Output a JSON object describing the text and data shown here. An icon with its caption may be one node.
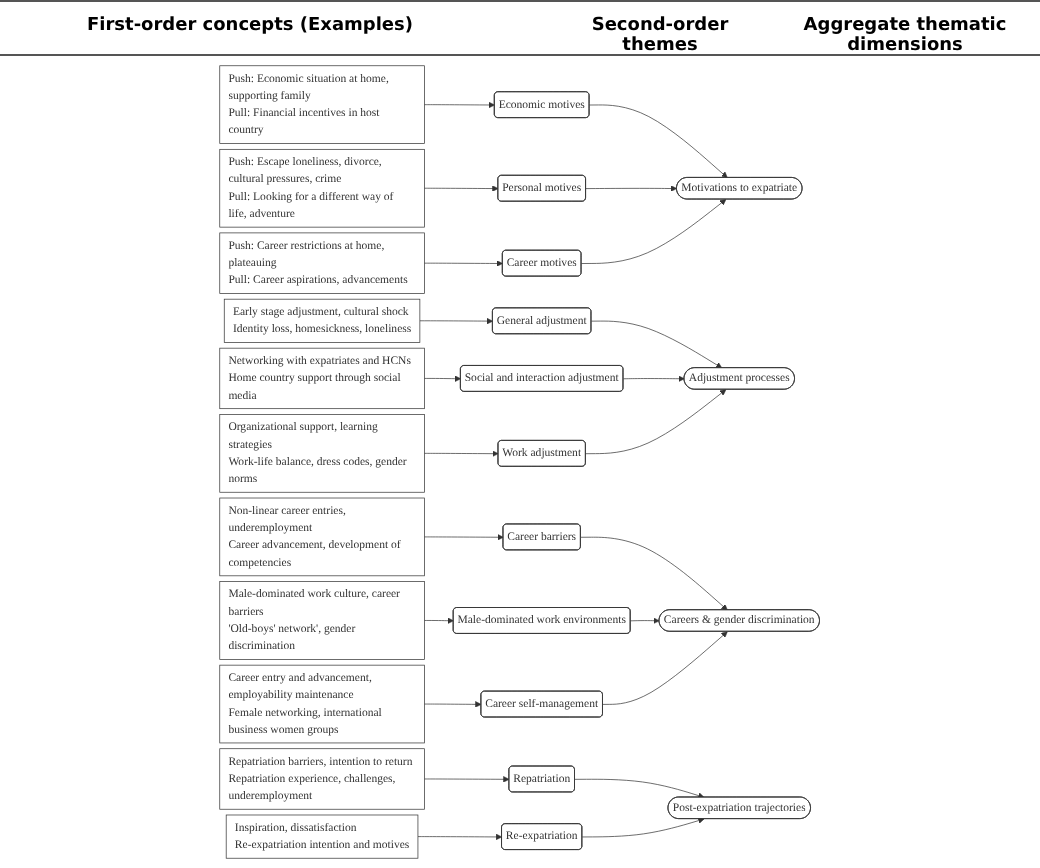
{
  "diagram": {
    "nodes": [
      {
        "text": [
          "Push: Economic situation at home, supporting family",
          "Pull: Financial incentives in host country"
        ]
      },
      {
        "text": [
          "Push: Escape loneliness, divorce, cultural pressures, crime",
          "Pull: Looking for a different way of life, adventure"
        ]
      },
      {
        "text": [
          "Push: Career restrictions at home, plateauing",
          "Pull: Career aspirations, advancements"
        ]
      },
      {
        "text": [
          "Early stage adjustment, cultural shock",
          "Identity loss, homesickness, loneliness"
        ]
      },
      {
        "text": [
          "Networking with expatriates and HCNs",
          "Home country support through social media"
        ]
      },
      {
        "text": [
          "Organizational support, learning strategies",
          "Work-life balance, dress codes, gender norms"
        ]
      },
      {
        "text": [
          "Non-linear career entries, underemployment",
          "Career advancement, development of competencies"
        ]
      },
      {
        "text": [
          "Male-dominated work culture, career barriers",
          "'Old-boys' network', gender discrimination"
        ]
      },
      {
        "text": [
          "Career entry and advancement, employability maintenance",
          "Female networking, international business women groups"
        ]
      },
      {
        "text": [
          "Repatriation barriers, intention to return",
          "Repatriation experience, challenges, underemployment"
        ]
      },
      {
        "text": [
          "Inspiration, dissatisfaction",
          "Re-expatriation intention and motives"
        ]
      },
      {
        "text": [
          "Economic motives"
        ]
      },
      {
        "text": [
          "Personal motives"
        ]
      },
      {
        "text": [
          "Career motives"
        ]
      },
      {
        "text": [
          "General adjustment"
        ]
      },
      {
        "text": [
          "Social and interaction adjustment"
        ]
      },
      {
        "text": [
          "Work adjustment"
        ]
      },
      {
        "text": [
          "Career barriers"
        ]
      },
      {
        "text": [
          "Male-dominated work environments"
        ]
      },
      {
        "text": [
          "Career self-management"
        ]
      },
      {
        "text": [
          "Repatriation"
        ]
      },
      {
        "text": [
          "Re-expatriation"
        ]
      },
      {
        "text": [
          "Motivations to expatriate"
        ]
      },
      {
        "text": [
          "Adjustment processes"
        ]
      },
      {
        "text": [
          "Careers & gender discrimination"
        ]
      },
      {
        "text": [
          "Post-expatriation trajectories"
        ]
      }
    ],
    "edges": [
      {
        "from": 0,
        "to": 11,
        "arrow": "to"
      },
      {
        "from": 1,
        "to": 12,
        "arrow": "to"
      },
      {
        "from": 2,
        "to": 13,
        "arrow": "to"
      },
      {
        "from": 3,
        "to": 14,
        "arrow": "to"
      },
      {
        "from": 4,
        "to": 15,
        "arrow": "to"
      },
      {
        "from": 5,
        "to": 16,
        "arrow": "to"
      },
      {
        "from": 6,
        "to": 17,
        "arrow": "to"
      },
      {
        "from": 7,
        "to": 18,
        "arrow": "to"
      },
      {
        "from": 8,
        "to": 19,
        "arrow": "to"
      },
      {
        "from": 9,
        "to": 20,
        "arrow": "to"
      },
      {
        "from": 10,
        "to": 21,
        "arrow": "to"
      },
      {
        "from": 11,
        "to": 22,
        "arrow": "to"
      },
      {
        "from": 12,
        "to": 22,
        "arrow": "to"
      },
      {
        "from": 13,
        "to": 22,
        "arrow": "to"
      },
      {
        "from": 14,
        "to": 23,
        "arrow": "to"
      },
      {
        "from": 15,
        "to": 23,
        "arrow": "to"
      },
      {
        "from": 16,
        "to": 23,
        "arrow": "to"
      },
      {
        "from": 17,
        "to": 24,
        "arrow": "to"
      },
      {
        "from": 18,
        "to": 24,
        "arrow": "to"
      },
      {
        "from": 19,
        "to": 24,
        "arrow": "to"
      },
      {
        "from": 20,
        "to": 25,
        "arrow": "to"
      },
      {
        "from": 21,
        "to": 25,
        "arrow": "to"
      }
    ],
    "labels": [
      "First-order concepts (Examples)",
      "Second-order themes",
      "Aggregate thematic dimensions"
    ]
  }
}
